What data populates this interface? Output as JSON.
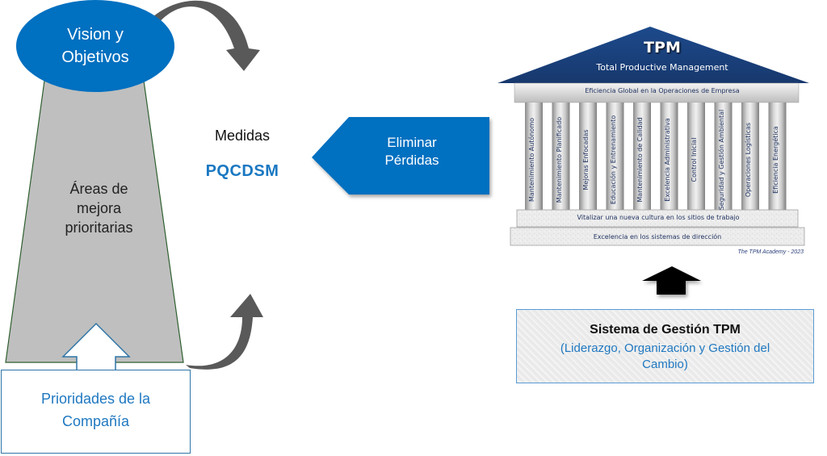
{
  "left_diagram": {
    "vision": "Vision y Objetivos",
    "vision_lines": [
      "Vision y",
      "Objetivos"
    ],
    "areas_lines": [
      "Áreas de",
      "mejora",
      "prioritarias"
    ],
    "prioridades_lines": [
      "Prioridades de la",
      "Compañía"
    ]
  },
  "middle": {
    "medidas": "Medidas",
    "pqcdsm": "PQCDSM",
    "eliminar_lines": [
      "Eliminar",
      "Pérdidas"
    ]
  },
  "temple": {
    "title": "TPM",
    "subtitle": "Total Productive Management",
    "architrave": "Eficiencia Global en la Operaciones de Empresa",
    "pillars": [
      "Mantenimiento Autónomo",
      "Mantenimiento Planificado",
      "Mejoras Enfocadas",
      "Educación y Entrenamiento",
      "Mantenimiento de Calidad",
      "Excelencia Administrativa",
      "Control Inicial",
      "Seguridad y Gestión Ambiental",
      "Operaciones Logísticas",
      "Eficiencia Energética"
    ],
    "step1": "Vitalizar una nueva cultura en los sitios de trabajo",
    "step2": "Excelencia en los sistemas de dirección",
    "credit": "The TPM Academy - 2023"
  },
  "system": {
    "title": "Sistema de Gestión TPM",
    "subtitle_lines": [
      "(Liderazgo, Organización y Gestión del",
      "Cambio)"
    ]
  },
  "colors": {
    "brand_blue": "#0070c0",
    "roof_navy": "#1f3d7a",
    "trapezoid_gray": "#bfbfbf",
    "arrow_gray": "#595959",
    "text_blue": "#1f78c1"
  }
}
